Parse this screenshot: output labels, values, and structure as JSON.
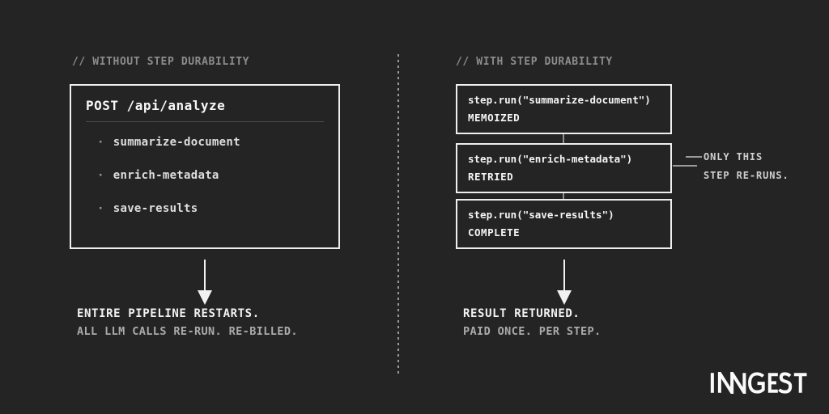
{
  "left": {
    "label": "// WITHOUT STEP DURABILITY",
    "box": {
      "title": "POST /api/analyze",
      "bullet_glyph": "·",
      "bullets": [
        "summarize-document",
        "enrich-metadata",
        "save-results"
      ]
    },
    "result_title": "ENTIRE PIPELINE RESTARTS.",
    "result_sub": "ALL LLM CALLS RE-RUN. RE-BILLED."
  },
  "right": {
    "label": "// WITH STEP DURABILITY",
    "steps": [
      {
        "code": "step.run(\"summarize-document\")",
        "status": "MEMOIZED"
      },
      {
        "code": "step.run(\"enrich-metadata\")",
        "status": "RETRIED"
      },
      {
        "code": "step.run(\"save-results\")",
        "status": "COMPLETE"
      }
    ],
    "note_line1": "ONLY THIS",
    "note_line2": "STEP RE-RUNS.",
    "result_title": "RESULT RETURNED.",
    "result_sub": "PAID ONCE. PER STEP."
  },
  "footer": {
    "brand": "INNGEST"
  },
  "palette": {
    "background": "#242424",
    "box_border": "#efefef",
    "primary_text": "#f5f5f5",
    "muted_text": "#8c8c8c",
    "secondary_text": "#ababab",
    "note_text": "#cfcfcf",
    "connector": "#8f8f8f"
  }
}
